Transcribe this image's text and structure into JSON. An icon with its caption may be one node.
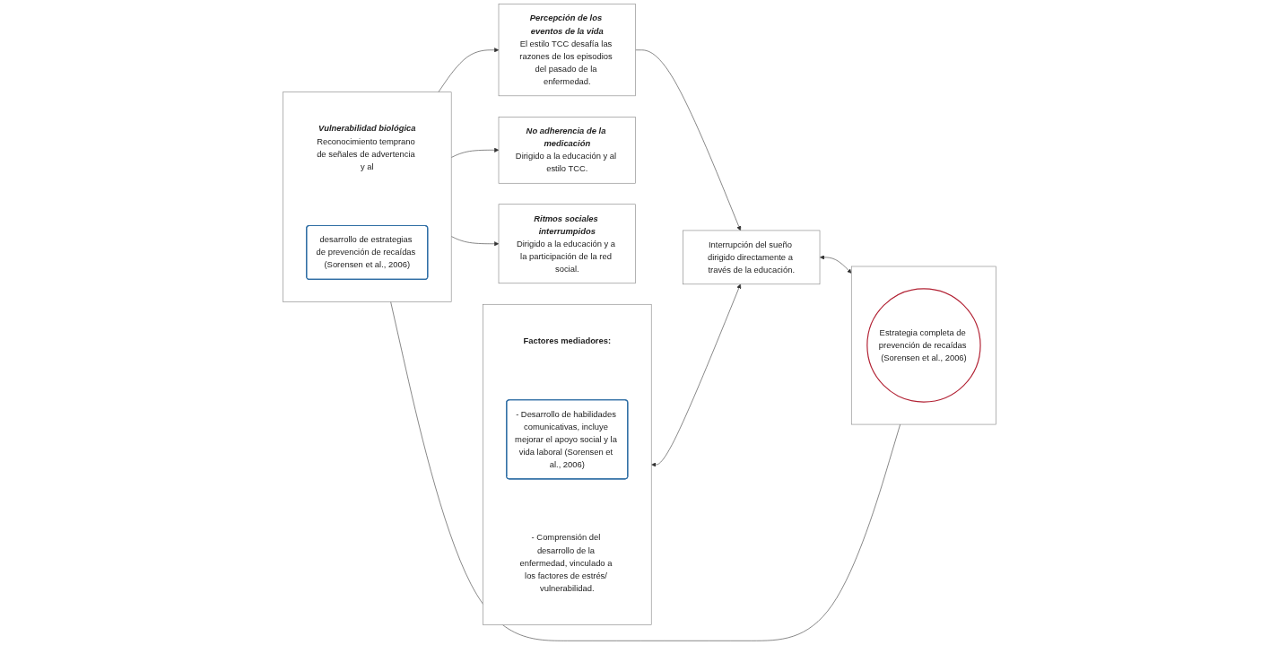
{
  "diagram": {
    "nodes": [
      {
        "text": [
          "Vulnerabilidad biológica",
          "Reconocimiento temprano de señales de advertencia y al"
        ]
      },
      {
        "text": [
          "desarrollo de estrategias de prevención de recaídas (Sorensen et al., 2006)"
        ],
        "in": 0
      },
      {
        "text": [
          "No adherencia de la medicación",
          "Dirigido a la educación y al estilo TCC."
        ]
      },
      {
        "text": [
          "Ritmos sociales interrumpidos",
          "Dirigido a la educación y a la participación de la red social."
        ]
      },
      {
        "text": [
          "Percepción de los eventos de la vida",
          "El estilo TCC desafía las razones de los episodios del pasado de la enfermedad."
        ]
      },
      {
        "text": [
          "Factores mediadores:",
          "- Comprensión del desarrollo de la enfermedad, vinculado a los factores de estrés/ vulnerabilidad."
        ]
      },
      {
        "text": [
          "- Desarrollo de habilidades comunicativas, incluye mejorar el apoyo social y la vida laboral (Sorensen et al., 2006)"
        ],
        "in": 5
      },
      {
        "text": [
          "Interrupción del sueño dirigido directamente a través de la educación."
        ]
      },
      {
        "text": [],
        "shape": "box"
      },
      {
        "text": [
          "Estrategia completa de prevención de recaídas (Sorensen et al., 2006)"
        ],
        "in": 8
      }
    ],
    "edges": [
      {
        "from": 0,
        "to": 2,
        "arrow": "to"
      },
      {
        "from": 0,
        "to": 3,
        "arrow": "to"
      },
      {
        "from": 0,
        "to": 4,
        "arrow": "to"
      },
      {
        "from": 4,
        "to": 7,
        "arrow": "to"
      },
      {
        "from": 5,
        "to": 7,
        "arrow": "both"
      },
      {
        "from": 7,
        "to": 8,
        "arrow": "both"
      },
      {
        "from": 0,
        "to": 8,
        "arrow": "none"
      }
    ]
  }
}
